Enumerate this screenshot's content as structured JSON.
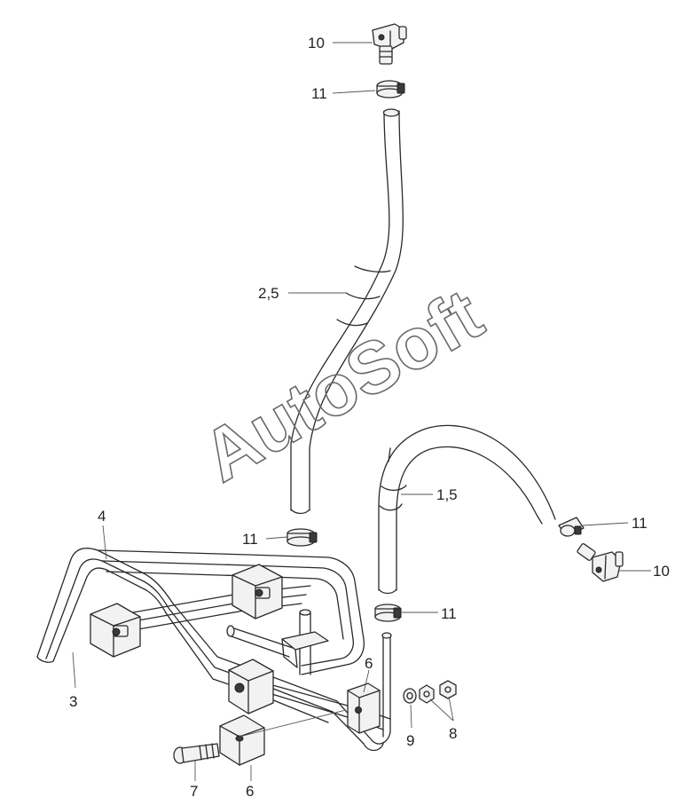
{
  "callouts": {
    "c10_top": "10",
    "c11_top": "11",
    "c2_5": "2,5",
    "c1_5": "1,5",
    "c11_right": "11",
    "c10_right": "10",
    "c4": "4",
    "c11_mid_left": "11",
    "c11_mid_right": "11",
    "c3": "3",
    "c6_upper": "6",
    "c9": "9",
    "c8": "8",
    "c7": "7",
    "c6_lower": "6"
  },
  "watermark": {
    "text": "AutoSoft"
  }
}
